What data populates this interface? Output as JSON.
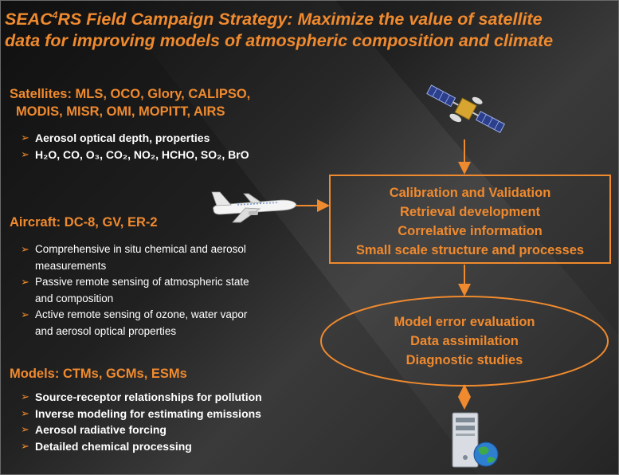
{
  "title": {
    "line1_pre": "SEAC",
    "line1_sup": "4",
    "line1_post": "RS Field Campaign Strategy: Maximize the value of satellite",
    "line2": "data for improving models of atmospheric composition and climate"
  },
  "satellites": {
    "label": "Satellites:",
    "list_line1": "MLS, OCO, Glory, CALIPSO,",
    "list_line2": "MODIS, MISR, OMI, MOPITT, AIRS",
    "bullets": [
      "Aerosol optical depth, properties",
      "H₂O, CO, O₃, CO₂, NO₂, HCHO, SO₂, BrO"
    ]
  },
  "aircraft": {
    "label": "Aircraft:",
    "list": "DC-8, GV, ER-2",
    "bullets": [
      [
        "Comprehensive in situ chemical and aerosol",
        "measurements"
      ],
      [
        "Passive remote sensing of atmospheric state",
        "and composition"
      ],
      [
        "Active remote sensing of ozone, water vapor",
        "and aerosol optical properties"
      ]
    ]
  },
  "models": {
    "label": "Models:",
    "list": "CTMs, GCMs, ESMs",
    "bullets": [
      "Source-receptor relationships for pollution",
      "Inverse modeling for estimating emissions",
      "Aerosol radiative forcing",
      "Detailed chemical processing"
    ]
  },
  "box_lines": [
    "Calibration and Validation",
    "Retrieval development",
    "Correlative information",
    "Small scale structure and processes"
  ],
  "ellipse_lines": [
    "Model error evaluation",
    "Data assimilation",
    "Diagnostic studies"
  ],
  "colors": {
    "accent": "#f08a2e",
    "text": "#ffffff",
    "background": "#1a1a1a"
  },
  "icons": [
    "satellite-icon",
    "airplane-icon",
    "computer-tower-icon",
    "globe-icon",
    "arrow-bullet-icon"
  ]
}
